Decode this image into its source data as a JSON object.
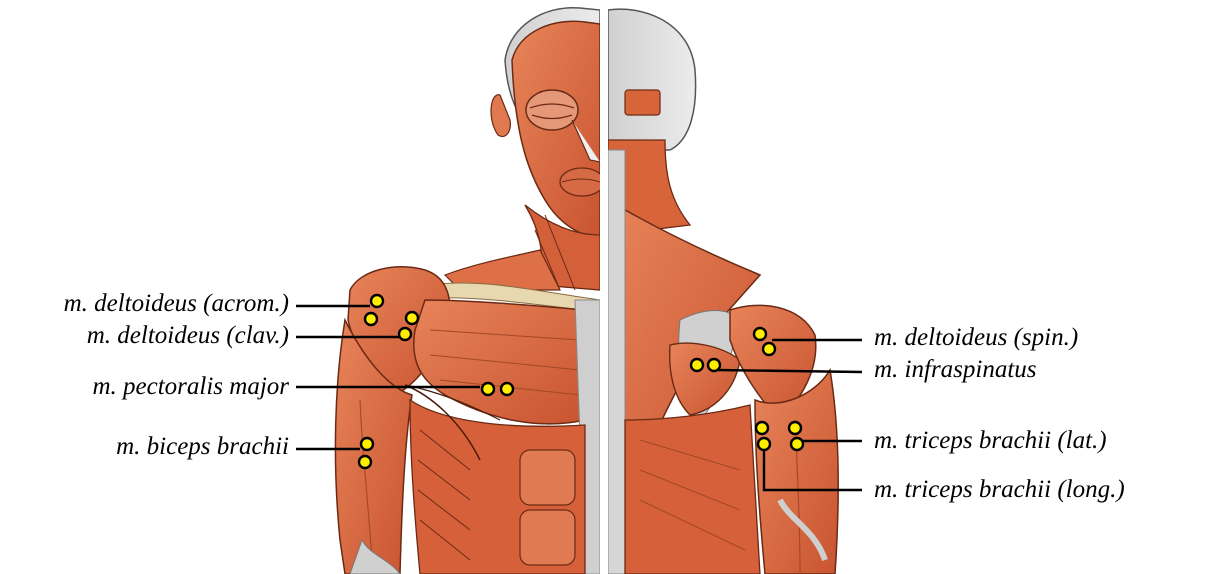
{
  "labels": {
    "deltoid_acrom": "m. deltoideus (acrom.)",
    "deltoid_clav": "m. deltoideus (clav.)",
    "pectoralis": "m. pectoralis major",
    "biceps": "m. biceps brachii",
    "deltoid_spin": "m. deltoideus (spin.)",
    "infraspinatus": "m. infraspinatus",
    "triceps_lat": "m. triceps brachii (lat.)",
    "triceps_long": "m. triceps brachii (long.)"
  },
  "colors": {
    "muscle": "#d8643a",
    "muscle_light": "#e8845a",
    "muscle_dark": "#b8482a",
    "tendon": "#c9c9c9",
    "bone": "#d6d6d6",
    "electrode": "#ffee00",
    "line": "#000000",
    "divider": "#ffffff"
  }
}
